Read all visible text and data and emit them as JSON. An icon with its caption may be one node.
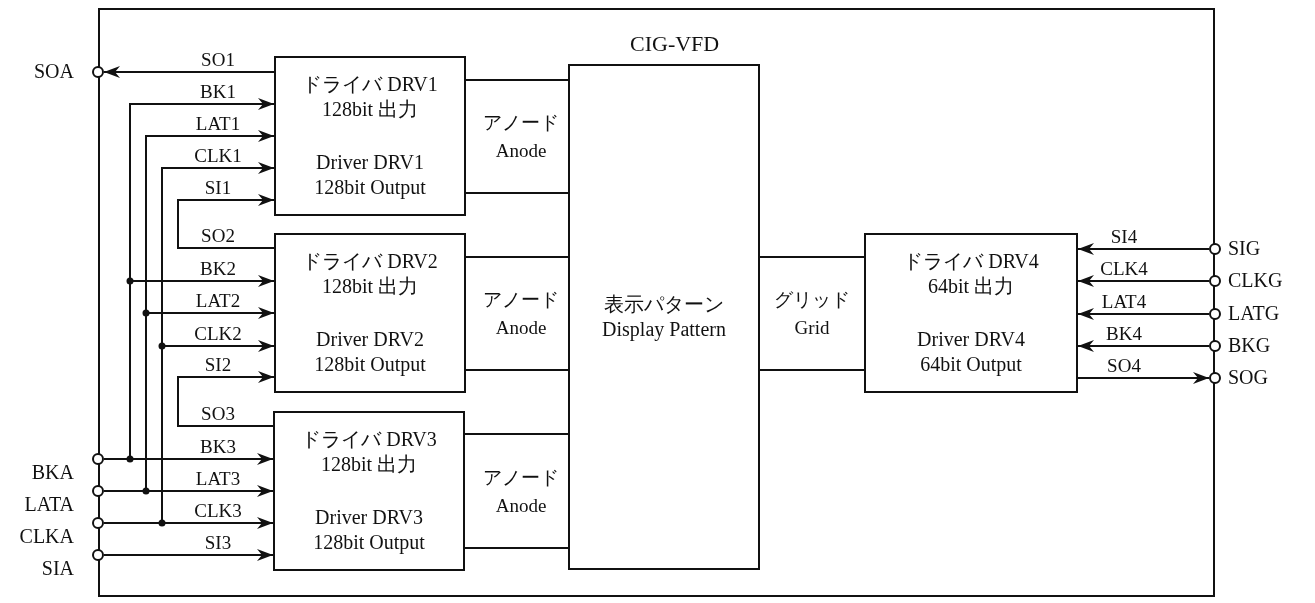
{
  "diagram": {
    "nodes": [
      {
        "text": [
          "CIG-VFD"
        ]
      },
      {
        "text": [
          "ドライバ DRV1 128bit 出力",
          "Driver DRV1 128bit Output"
        ],
        "in": 0
      },
      {
        "text": [
          "ドライバ DRV2 128bit 出力",
          "Driver DRV2 128bit Output"
        ],
        "in": 0
      },
      {
        "text": [
          "ドライバ DRV3 128bit 出力",
          "Driver DRV3 128bit Output"
        ],
        "in": 0
      },
      {
        "text": [
          "表示パターン Display Pattern"
        ],
        "in": 0
      },
      {
        "text": [
          "ドライバ DRV4 64bit 出力",
          "Driver DRV4 64bit Output"
        ],
        "in": 0
      },
      {
        "text": [],
        "shape": "circle",
        "beside": [
          "SOA"
        ]
      },
      {
        "text": [],
        "shape": "circle",
        "beside": [
          "BKA"
        ]
      },
      {
        "text": [],
        "shape": "circle",
        "beside": [
          "LATA"
        ]
      },
      {
        "text": [],
        "shape": "circle",
        "beside": [
          "CLKA"
        ]
      },
      {
        "text": [],
        "shape": "circle",
        "beside": [
          "SIA"
        ]
      },
      {
        "text": [],
        "shape": "circle",
        "beside": [
          "SIG"
        ]
      },
      {
        "text": [],
        "shape": "circle",
        "beside": [
          "CLKG"
        ]
      },
      {
        "text": [],
        "shape": "circle",
        "beside": [
          "LATG"
        ]
      },
      {
        "text": [],
        "shape": "circle",
        "beside": [
          "BKG"
        ]
      },
      {
        "text": [],
        "shape": "circle",
        "beside": [
          "SOG"
        ]
      }
    ],
    "edges": [
      {
        "from": 1,
        "to": 6,
        "arrow": "to",
        "label": "SO1"
      },
      {
        "from": 7,
        "to": 1,
        "arrow": "to",
        "label": "BK1"
      },
      {
        "from": 7,
        "to": 2,
        "arrow": "to",
        "label": "BK2"
      },
      {
        "from": 7,
        "to": 3,
        "arrow": "to",
        "label": "BK3"
      },
      {
        "from": 8,
        "to": 1,
        "arrow": "to",
        "label": "LAT1"
      },
      {
        "from": 8,
        "to": 2,
        "arrow": "to",
        "label": "LAT2"
      },
      {
        "from": 8,
        "to": 3,
        "arrow": "to",
        "label": "LAT3"
      },
      {
        "from": 9,
        "to": 1,
        "arrow": "to",
        "label": "CLK1"
      },
      {
        "from": 9,
        "to": 2,
        "arrow": "to",
        "label": "CLK2"
      },
      {
        "from": 9,
        "to": 3,
        "arrow": "to",
        "label": "CLK3"
      },
      {
        "from": 2,
        "to": 1,
        "arrow": "to",
        "label": "SI1"
      },
      {
        "from": 3,
        "to": 2,
        "arrow": "to",
        "label": "SI2"
      },
      {
        "from": 10,
        "to": 3,
        "arrow": "to",
        "label": "SI3"
      },
      {
        "from": 1,
        "to": 4,
        "arrow": "none"
      },
      {
        "from": 1,
        "to": 4,
        "arrow": "none"
      },
      {
        "from": 2,
        "to": 4,
        "arrow": "none"
      },
      {
        "from": 2,
        "to": 4,
        "arrow": "none"
      },
      {
        "from": 3,
        "to": 4,
        "arrow": "none"
      },
      {
        "from": 3,
        "to": 4,
        "arrow": "none"
      },
      {
        "from": 4,
        "to": 5,
        "arrow": "none"
      },
      {
        "from": 4,
        "to": 5,
        "arrow": "none"
      },
      {
        "from": 11,
        "to": 5,
        "arrow": "to",
        "label": "SI4"
      },
      {
        "from": 12,
        "to": 5,
        "arrow": "to",
        "label": "CLK4"
      },
      {
        "from": 13,
        "to": 5,
        "arrow": "to",
        "label": "LAT4"
      },
      {
        "from": 14,
        "to": 5,
        "arrow": "to",
        "label": "BK4"
      },
      {
        "from": 5,
        "to": 15,
        "arrow": "to",
        "label": "SO4"
      }
    ],
    "labels": [
      "アノード Anode",
      "SO2",
      "アノード Anode",
      "グリッド Grid",
      "SO3",
      "アノード Anode"
    ]
  }
}
